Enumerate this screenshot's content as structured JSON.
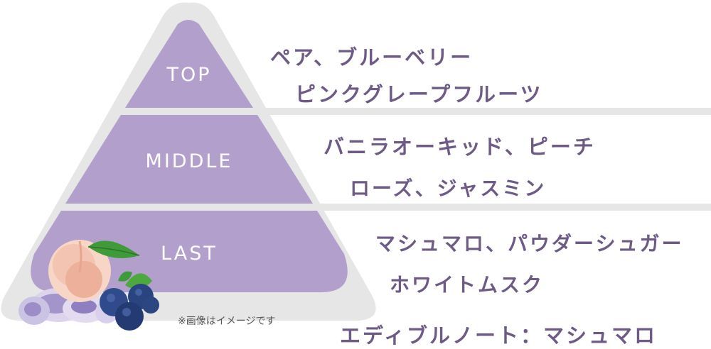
{
  "colors": {
    "pyramid_fill": "#b39fcc",
    "pyramid_outline": "#e6e6e6",
    "divider": "#e6e6e6",
    "note_text": "#6d5b86",
    "tier_label_text": "#ffffff"
  },
  "tiers": [
    {
      "label": "TOP",
      "notes": [
        "ペア、ブルーベリー",
        "ピンクグレープフルーツ"
      ]
    },
    {
      "label": "MIDDLE",
      "notes": [
        "バニラオーキッド、ピーチ",
        "ローズ、ジャスミン"
      ]
    },
    {
      "label": "LAST",
      "notes": [
        "マシュマロ、パウダーシュガー",
        "ホワイトムスク"
      ]
    }
  ],
  "image_caption": "※画像はイメージです",
  "edible_note": "エディブルノート：マシュマロ",
  "illustration_icons": [
    "peach-icon",
    "leaf-icon",
    "blueberry-icon",
    "marshmallow-icon"
  ]
}
